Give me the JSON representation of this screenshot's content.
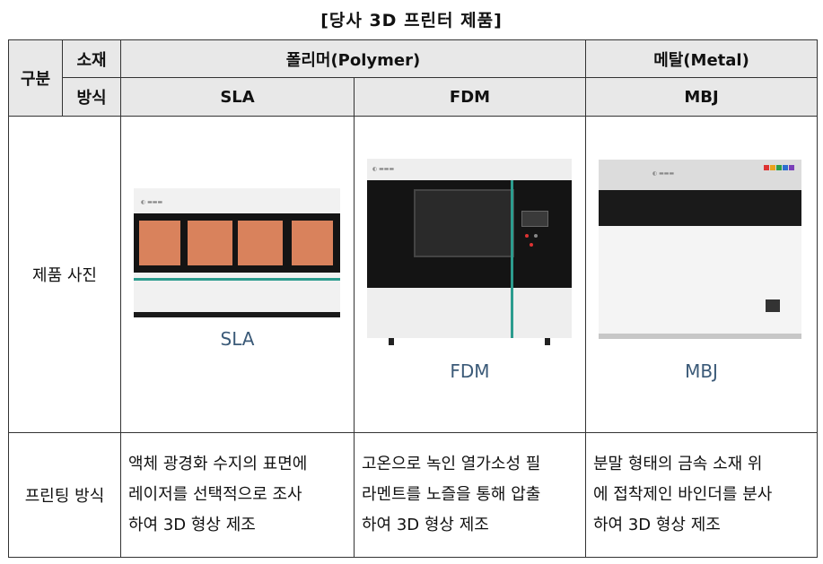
{
  "caption": "[당사 3D 프린터 제품]",
  "headers": {
    "category": "구분",
    "material": "소재",
    "method": "방식",
    "polymer": "폴리머(Polymer)",
    "metal": "메탈(Metal)",
    "sla": "SLA",
    "fdm": "FDM",
    "mbj": "MBJ"
  },
  "rows": {
    "photo_label": "제품 사진",
    "printing_label": "프린팅 방식"
  },
  "photo_captions": {
    "sla": "SLA",
    "fdm": "FDM",
    "mbj": "MBJ"
  },
  "descriptions": {
    "sla": [
      "액체 광경화 수지의 표면에",
      "레이저를 선택적으로 조사",
      "하여 3D 형상 제조"
    ],
    "fdm": [
      "고온으로 녹인 열가소성 필",
      "라멘트를 노즐을 통해 압출",
      "하여 3D 형상 제조"
    ],
    "mbj": [
      "분말 형태의 금속 소재 위",
      "에 접착제인 바인더를 분사",
      "하여 3D 형상 제조"
    ]
  },
  "colors": {
    "accent_teal": "#2c9c8e",
    "caption_text": "#3b5a78",
    "header_bg": "#e8e8e8"
  }
}
